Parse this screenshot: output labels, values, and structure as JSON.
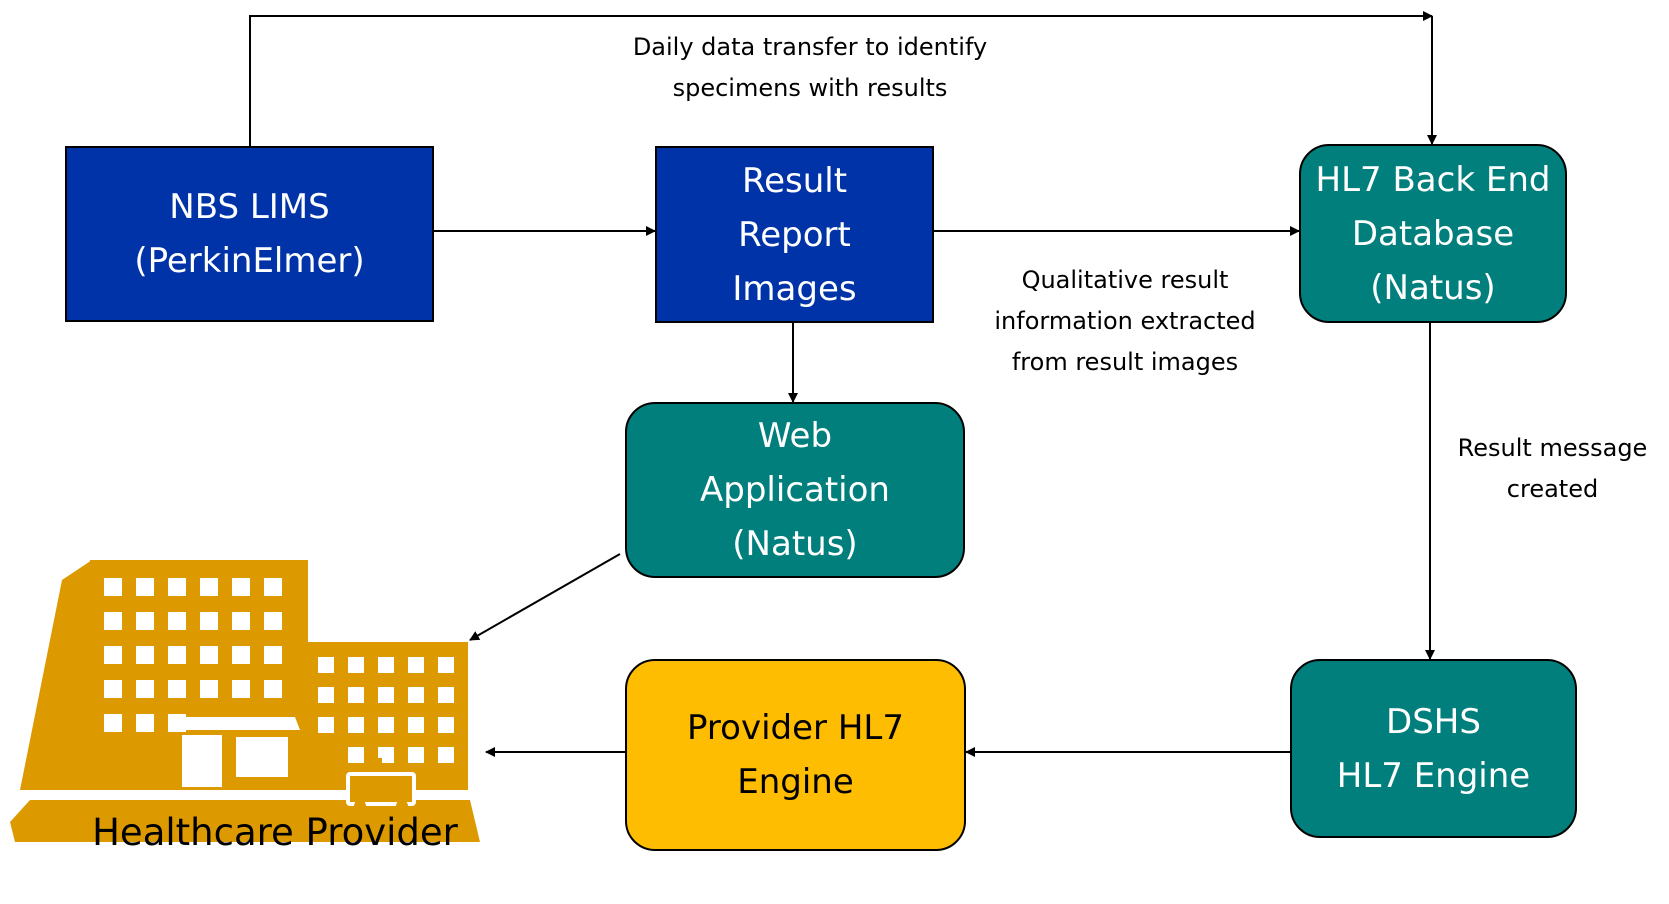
{
  "colors": {
    "blue": "#0033a8",
    "teal": "#007f7d",
    "yellow": "#ffbd01",
    "building": "#dd9a00"
  },
  "nodes": {
    "lims": [
      "NBS LIMS",
      "(PerkinElmer)"
    ],
    "result_images": [
      "Result",
      "Report",
      "Images"
    ],
    "hl7_backend": [
      "HL7 Back End",
      "Database",
      "(Natus)"
    ],
    "web_app": [
      "Web",
      "Application",
      "(Natus)"
    ],
    "provider_engine": [
      "Provider HL7",
      "Engine"
    ],
    "dshs_engine": [
      "DSHS",
      "HL7 Engine"
    ]
  },
  "edge_labels": {
    "daily_transfer": [
      "Daily data transfer to identify",
      "specimens with results"
    ],
    "qualitative": [
      "Qualitative result",
      "information extracted",
      "from result images"
    ],
    "result_message": [
      "Result message",
      "created"
    ]
  },
  "healthcare_provider": {
    "label": "Healthcare Provider",
    "icon": "hospital-building-icon"
  }
}
